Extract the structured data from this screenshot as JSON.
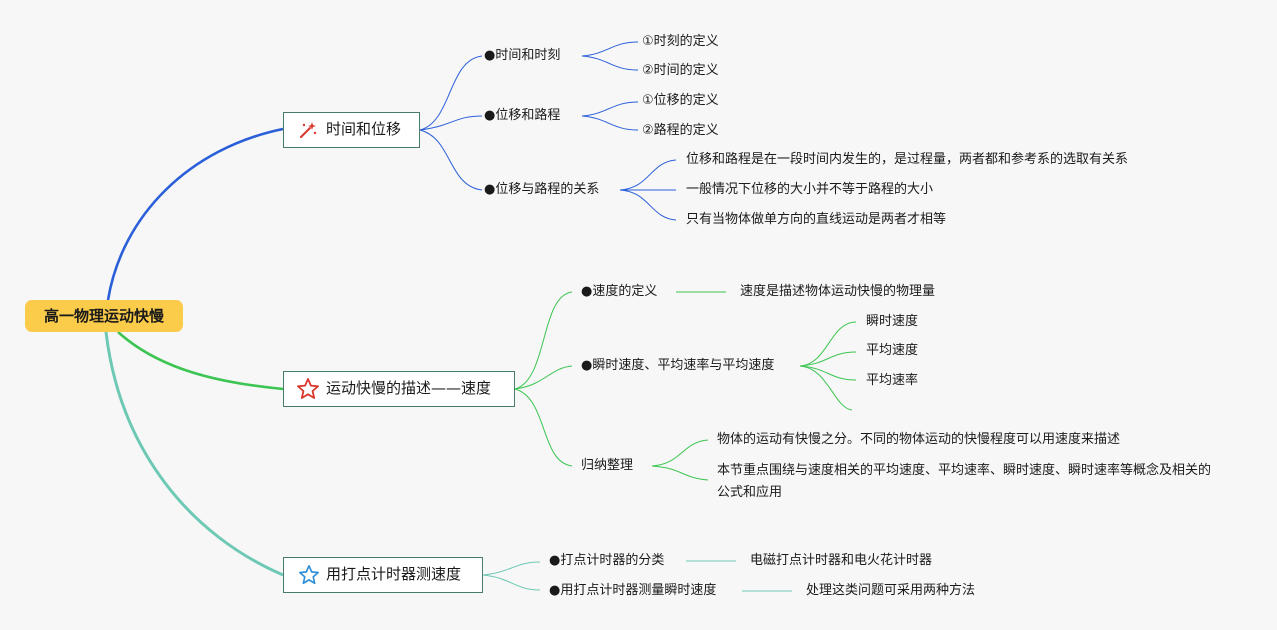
{
  "root": {
    "label": "高一物理运动快慢"
  },
  "branches": [
    {
      "label": "时间和位移",
      "icon": "magic-wand-icon",
      "color": "#2b5fd9",
      "children": [
        {
          "label": "●时间和时刻",
          "items": [
            "①时刻的定义",
            "②时间的定义"
          ]
        },
        {
          "label": "●位移和路程",
          "items": [
            "①位移的定义",
            "②路程的定义"
          ]
        },
        {
          "label": "●位移与路程的关系",
          "items": [
            "位移和路程是在一段时间内发生的，是过程量，两者都和参考系的选取有关系",
            "一般情况下位移的大小并不等于路程的大小",
            "只有当物体做单方向的直线运动是两者才相等"
          ]
        }
      ]
    },
    {
      "label": "运动快慢的描述——速度",
      "icon": "star-outline-red-icon",
      "color": "#3cc552",
      "children": [
        {
          "label": "●速度的定义",
          "items": [
            "速度是描述物体运动快慢的物理量"
          ]
        },
        {
          "label": "●瞬时速度、平均速率与平均速度",
          "items": [
            "瞬时速度",
            "平均速度",
            "平均速率",
            ""
          ]
        },
        {
          "label": "归纳整理",
          "items": [
            "物体的运动有快慢之分。不同的物体运动的快慢程度可以用速度来描述",
            "本节重点围绕与速度相关的平均速度、平均速率、瞬时速度、瞬时速率等概念及相关的公式和应用"
          ]
        }
      ]
    },
    {
      "label": "用打点计时器测速度",
      "icon": "star-outline-blue-icon",
      "color": "#6ec9b4",
      "children": [
        {
          "label": "●打点计时器的分类",
          "items": [
            "电磁打点计时器和电火花计时器"
          ]
        },
        {
          "label": "●用打点计时器测量瞬时速度",
          "items": [
            "处理这类问题可采用两种方法"
          ]
        }
      ]
    }
  ]
}
